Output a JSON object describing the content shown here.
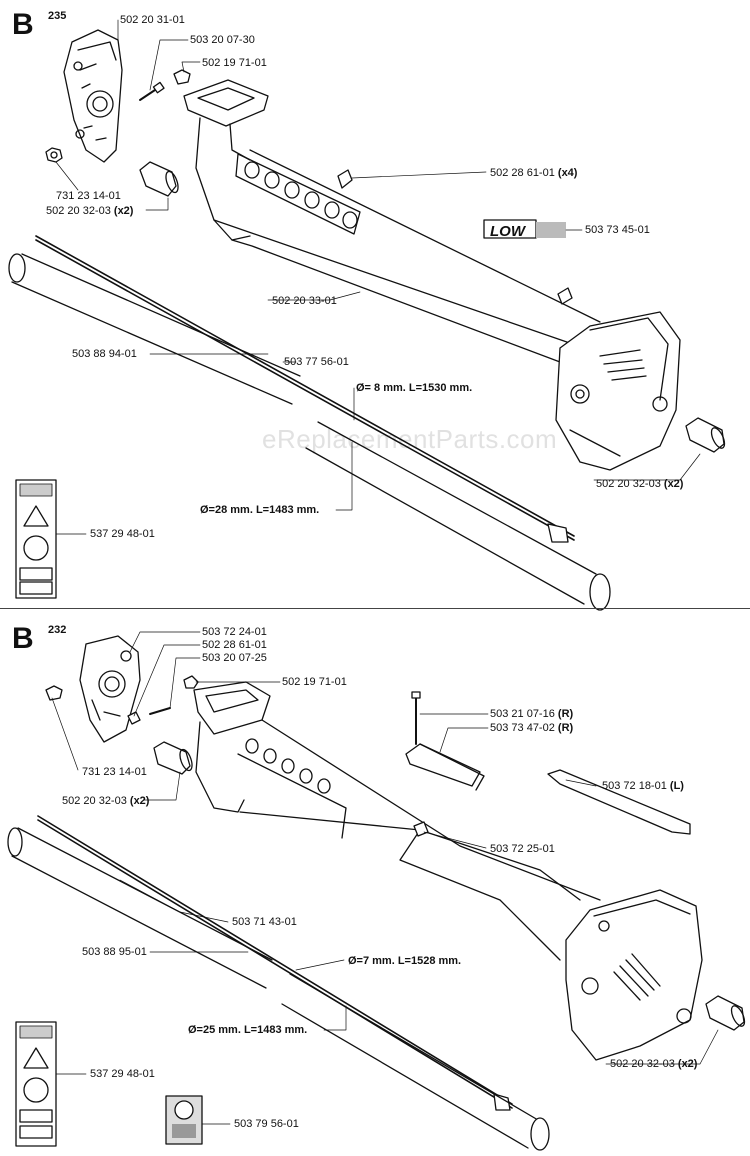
{
  "watermark": "eReplacementParts.com",
  "sections": [
    {
      "letter": "B",
      "model": "235",
      "logo_text": "LOW",
      "labels": {
        "p1": "502 20 31-01",
        "p2": "503 20 07-30",
        "p3": "502 19 71-01",
        "p4": "502 28 61-01",
        "p4_qty": "(x4)",
        "p5": "731 23 14-01",
        "p6": "502 20 32-03",
        "p6_qty": "(x2)",
        "p7": "503 73 45-01",
        "p8": "502 20 33-01",
        "p9": "503 88 94-01",
        "p10": "503 77 56-01",
        "p11": "502 20 32-03",
        "p11_qty": "(x2)",
        "p12": "537 29 48-01"
      },
      "dims": {
        "shaft": "Ø= 8 mm. L=1530 mm.",
        "tube": "Ø=28 mm. L=1483 mm."
      }
    },
    {
      "letter": "B",
      "model": "232",
      "labels": {
        "p1": "503 72 24-01",
        "p2": "502 28 61-01",
        "p3": "503 20 07-25",
        "p4": "502 19 71-01",
        "p5": "503 21 07-16",
        "p5_suffix": "(R)",
        "p6": "503 73 47-02",
        "p6_suffix": "(R)",
        "p7": "731 23 14-01",
        "p8": "503 72 18-01",
        "p8_suffix": "(L)",
        "p9": "502 20 32-03",
        "p9_qty": "(x2)",
        "p10": "503 72 25-01",
        "p11": "503 71 43-01",
        "p12": "503 88 95-01",
        "p13": "502 20 32-03",
        "p13_qty": "(x2)",
        "p14": "537 29 48-01",
        "p15": "503 79 56-01"
      },
      "dims": {
        "shaft": "Ø=7 mm. L=1528 mm.",
        "tube": "Ø=25 mm. L=1483 mm."
      }
    }
  ]
}
